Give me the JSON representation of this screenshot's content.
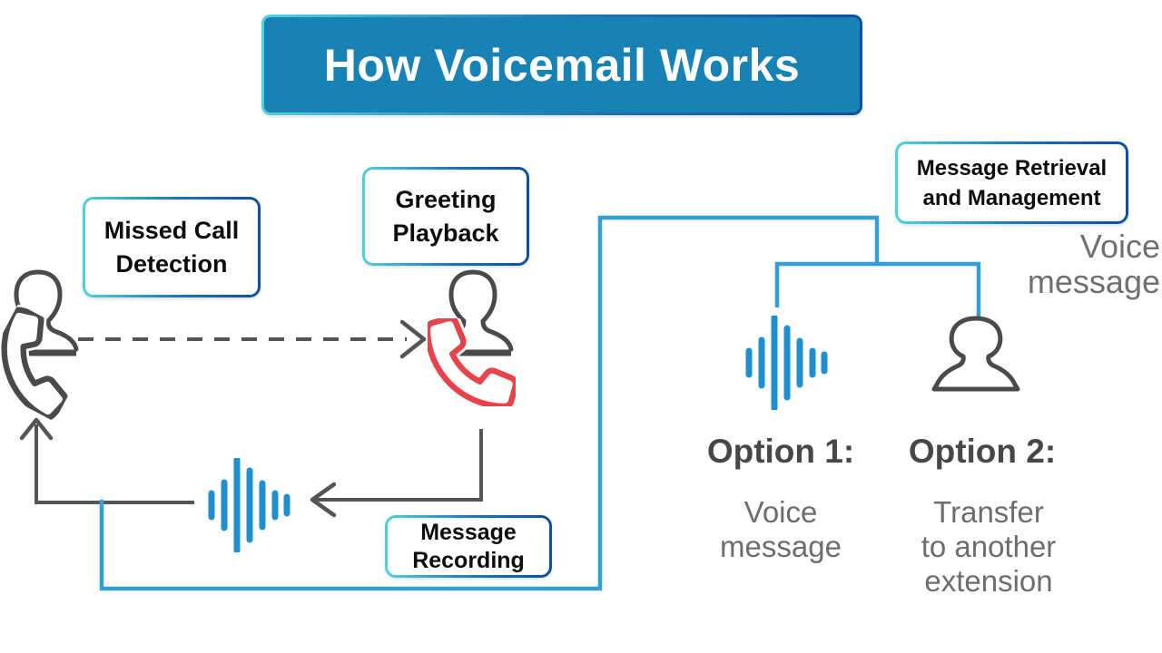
{
  "title": {
    "text": "How Voicemail Works"
  },
  "boxes": {
    "missed_call": {
      "lines": [
        "Missed Call",
        "Detection"
      ]
    },
    "greeting": {
      "lines": [
        "Greeting",
        "Playback"
      ]
    },
    "retrieval": {
      "lines": [
        "Message Retrieval",
        "and Management"
      ]
    },
    "recording": {
      "lines": [
        "Message",
        "Recording"
      ]
    }
  },
  "flow": {
    "voice_message_note": {
      "lines": [
        "Voice",
        "message"
      ]
    },
    "options": [
      {
        "heading": "Option 1:",
        "description_lines": [
          "Voice",
          "message"
        ]
      },
      {
        "heading": "Option 2:",
        "description_lines": [
          "Transfer",
          "to another",
          "extension"
        ]
      }
    ]
  },
  "icons": {
    "caller": "person-icon",
    "caller_phone": "phone-handset-icon",
    "receiver": "person-icon",
    "receiver_phone": "phone-handset-icon",
    "recording_waveform": "audio-waveform-icon",
    "playback_waveform": "audio-waveform-icon",
    "recipient": "woman-user-icon"
  },
  "colors": {
    "banner_fill": "#1982b5",
    "banner_text": "#ffffff",
    "border_gradient_start": "#4ed2de",
    "border_gradient_end": "#0d4fa4",
    "connector_blue": "#339fd9",
    "waveform_blue": "#1e8fd0",
    "phone_red": "#e8434a",
    "icon_gray": "#4a4a4a",
    "line_gray": "#545454",
    "heading_gray": "#474747",
    "body_gray": "#6d6d6d",
    "box_text": "#0d0d0d"
  }
}
